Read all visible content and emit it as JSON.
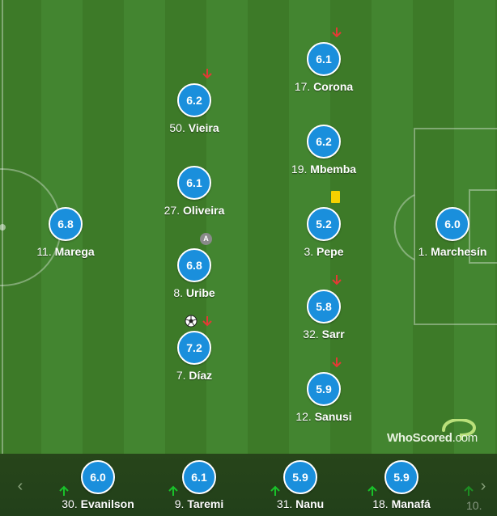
{
  "colors": {
    "rating_bg": "#1a8fdc",
    "pitch_light": "#438530",
    "pitch_dark": "#3d7a28",
    "sub_down_arrow": "#e53935",
    "sub_up_arrow": "#19c12a",
    "yellow_card": "#f5d100"
  },
  "players": [
    {
      "num": "11.",
      "name": "Marega",
      "rating": "6.8"
    },
    {
      "num": "50.",
      "name": "Vieira",
      "rating": "6.2"
    },
    {
      "num": "27.",
      "name": "Oliveira",
      "rating": "6.1"
    },
    {
      "num": "8.",
      "name": "Uribe",
      "rating": "6.8"
    },
    {
      "num": "7.",
      "name": "Díaz",
      "rating": "7.2"
    },
    {
      "num": "17.",
      "name": "Corona",
      "rating": "6.1"
    },
    {
      "num": "19.",
      "name": "Mbemba",
      "rating": "6.2"
    },
    {
      "num": "3.",
      "name": "Pepe",
      "rating": "5.2"
    },
    {
      "num": "32.",
      "name": "Sarr",
      "rating": "5.8"
    },
    {
      "num": "12.",
      "name": "Sanusi",
      "rating": "5.9"
    },
    {
      "num": "1.",
      "name": "Marchesín",
      "rating": "6.0"
    }
  ],
  "badges": {
    "captain": "A",
    "icons": [
      "subbed-off-arrow-icon",
      "yellow-card-icon",
      "captain-badge-icon",
      "goal-ball-icon",
      "subbed-on-arrow-icon"
    ]
  },
  "brand": {
    "name": "WhoScored",
    "tld": ".com"
  },
  "substitutes": [
    {
      "num": "30.",
      "name": "Evanilson",
      "rating": "6.0"
    },
    {
      "num": "9.",
      "name": "Taremi",
      "rating": "6.1"
    },
    {
      "num": "31.",
      "name": "Nanu",
      "rating": "5.9"
    },
    {
      "num": "18.",
      "name": "Manafá",
      "rating": "5.9"
    },
    {
      "num": "10.",
      "name": "",
      "rating": ""
    }
  ],
  "nav": {
    "prev": "‹",
    "next": "›"
  }
}
